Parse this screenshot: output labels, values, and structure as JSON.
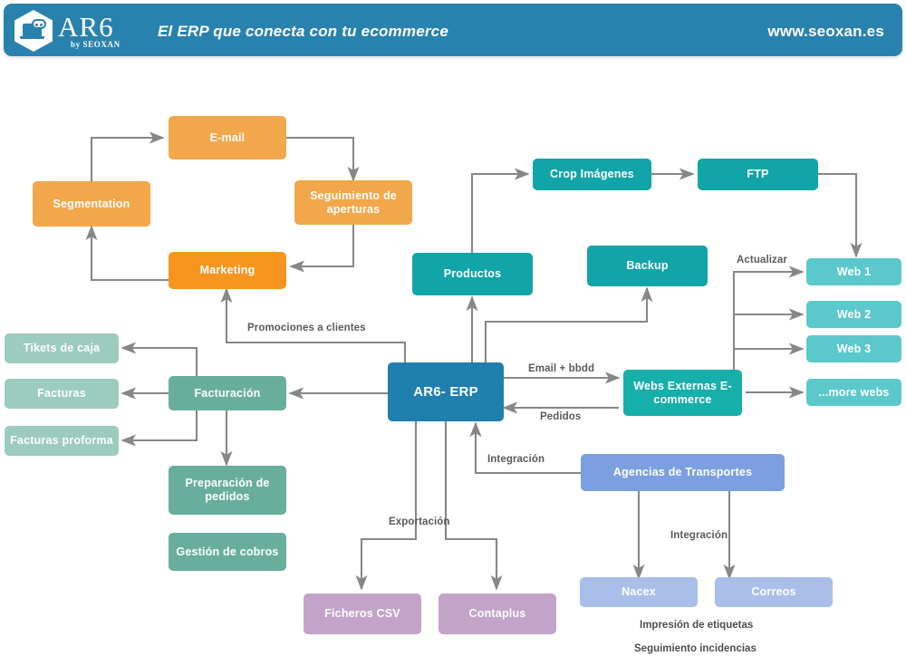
{
  "header": {
    "logo_word": "AR6",
    "logo_sub": "by SEOXAN",
    "logo_icon": "hexagon-chat-screen-icon",
    "tagline": "El ERP que conecta con tu ecommerce",
    "url": "www.seoxan.es",
    "bar_color": "#2982AD"
  },
  "diagram": {
    "type": "flowchart",
    "title": "AR6 ERP ecosystem flow",
    "nodes": [
      {
        "id": "segmentation",
        "label": "Segmentation",
        "color": "#F2A74B",
        "group": "marketing"
      },
      {
        "id": "email",
        "label": "E-mail",
        "color": "#F2A74B",
        "group": "marketing"
      },
      {
        "id": "seguimiento",
        "label": "Seguimiento de aperturas",
        "color": "#F2A74B",
        "group": "marketing"
      },
      {
        "id": "marketing",
        "label": "Marketing",
        "color": "#F7941E",
        "group": "marketing"
      },
      {
        "id": "crop",
        "label": "Crop Imágenes",
        "color": "#12A5A8",
        "group": "media"
      },
      {
        "id": "ftp",
        "label": "FTP",
        "color": "#12A5A8",
        "group": "media"
      },
      {
        "id": "productos",
        "label": "Productos",
        "color": "#12A5A8",
        "group": "media"
      },
      {
        "id": "backup",
        "label": "Backup",
        "color": "#12A5A8",
        "group": "media"
      },
      {
        "id": "web1",
        "label": "Web 1",
        "color": "#5BC8CB",
        "group": "webs"
      },
      {
        "id": "web2",
        "label": "Web 2",
        "color": "#5BC8CB",
        "group": "webs"
      },
      {
        "id": "web3",
        "label": "Web 3",
        "color": "#5BC8CB",
        "group": "webs"
      },
      {
        "id": "morewebs",
        "label": "...more webs",
        "color": "#5BC8CB",
        "group": "webs"
      },
      {
        "id": "erp",
        "label": "AR6- ERP",
        "color": "#1F7FAE",
        "group": "core"
      },
      {
        "id": "webs_externas",
        "label": "Webs Externas E-commerce",
        "color": "#17AFA9",
        "group": "ecommerce"
      },
      {
        "id": "tikets",
        "label": "Tikets de caja",
        "color": "#9CCBBF",
        "group": "billing"
      },
      {
        "id": "facturas",
        "label": "Facturas",
        "color": "#9CCBBF",
        "group": "billing"
      },
      {
        "id": "proforma",
        "label": "Facturas proforma",
        "color": "#9CCBBF",
        "group": "billing"
      },
      {
        "id": "facturacion",
        "label": "Facturación",
        "color": "#69AE9D",
        "group": "billing"
      },
      {
        "id": "preparacion",
        "label": "Preparación de pedidos",
        "color": "#69AE9D",
        "group": "billing"
      },
      {
        "id": "cobros",
        "label": "Gestión de cobros",
        "color": "#69AE9D",
        "group": "billing"
      },
      {
        "id": "csv",
        "label": "Ficheros CSV",
        "color": "#C3A3C9",
        "group": "export"
      },
      {
        "id": "contaplus",
        "label": "Contaplus",
        "color": "#C3A3C9",
        "group": "export"
      },
      {
        "id": "agencias",
        "label": "Agencias de Transportes",
        "color": "#7B9FE0",
        "group": "transport"
      },
      {
        "id": "nacex",
        "label": "Nacex",
        "color": "#A9BFEA",
        "group": "transport"
      },
      {
        "id": "correos",
        "label": "Correos",
        "color": "#A9BFEA",
        "group": "transport"
      }
    ],
    "edge_labels": [
      {
        "id": "promociones",
        "text": "Promociones a clientes"
      },
      {
        "id": "email_bbdd",
        "text": "Email + bbdd"
      },
      {
        "id": "pedidos",
        "text": "Pedidos"
      },
      {
        "id": "actualizar",
        "text": "Actualizar"
      },
      {
        "id": "integracion_transporte",
        "text": "Integración"
      },
      {
        "id": "exportacion",
        "text": "Exportación"
      },
      {
        "id": "integracion_agencias",
        "text": "Integración"
      }
    ],
    "notes": [
      {
        "id": "impresion",
        "text": "Impresión de etiquetas"
      },
      {
        "id": "seguimiento_incidencias",
        "text": "Seguimiento incidencias"
      }
    ],
    "edges": [
      {
        "from": "segmentation",
        "to": "email"
      },
      {
        "from": "email",
        "to": "seguimiento"
      },
      {
        "from": "seguimiento",
        "to": "marketing"
      },
      {
        "from": "marketing",
        "to": "segmentation"
      },
      {
        "from": "erp",
        "to": "marketing",
        "label": "Promociones a clientes"
      },
      {
        "from": "productos",
        "to": "crop"
      },
      {
        "from": "crop",
        "to": "ftp"
      },
      {
        "from": "ftp",
        "to": "web1"
      },
      {
        "from": "erp",
        "to": "productos"
      },
      {
        "from": "erp",
        "to": "backup"
      },
      {
        "from": "erp",
        "to": "webs_externas",
        "label": "Email + bbdd"
      },
      {
        "from": "webs_externas",
        "to": "erp",
        "label": "Pedidos"
      },
      {
        "from": "webs_externas",
        "to": "web1",
        "label": "Actualizar"
      },
      {
        "from": "webs_externas",
        "to": "web2"
      },
      {
        "from": "webs_externas",
        "to": "web3"
      },
      {
        "from": "webs_externas",
        "to": "morewebs"
      },
      {
        "from": "erp",
        "to": "facturacion"
      },
      {
        "from": "facturacion",
        "to": "tikets"
      },
      {
        "from": "facturacion",
        "to": "facturas"
      },
      {
        "from": "facturacion",
        "to": "proforma"
      },
      {
        "from": "facturacion",
        "to": "preparacion"
      },
      {
        "from": "erp",
        "to": "csv",
        "label": "Exportación"
      },
      {
        "from": "erp",
        "to": "contaplus",
        "label": "Exportación"
      },
      {
        "from": "agencias",
        "to": "erp",
        "label": "Integración"
      },
      {
        "from": "agencias",
        "to": "nacex",
        "label": "Integración"
      },
      {
        "from": "agencias",
        "to": "correos",
        "label": "Integración"
      }
    ],
    "arrow_color": "#878787"
  }
}
